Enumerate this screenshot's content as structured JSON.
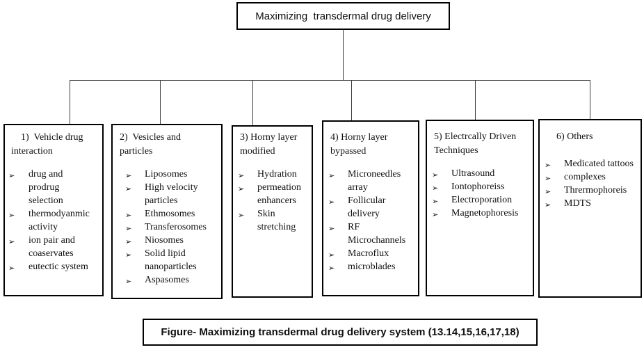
{
  "bullet_char": "➢",
  "title": "Maximizing  transdermal drug delivery",
  "caption": "Figure- Maximizing transdermal drug delivery system (13.14,15,16,17,18)",
  "boxes": [
    {
      "heading": "1)  Vehicle drug interaction",
      "items": [
        "drug and prodrug selection",
        "thermodyanmic activity",
        "ion pair and coaservates",
        "eutectic system"
      ]
    },
    {
      "heading": "2)  Vesicles and particles",
      "items": [
        "Liposomes",
        "High velocity particles",
        "Ethmosomes",
        "Transferosomes",
        "Niosomes",
        "Solid lipid nanoparticles",
        "Aspasomes"
      ]
    },
    {
      "heading": "3) Horny layer modified",
      "items": [
        "Hydration",
        "permeation enhancers",
        "Skin stretching"
      ]
    },
    {
      "heading": "4) Horny layer bypassed",
      "items": [
        "Microneedles array",
        "Follicular delivery",
        "RF Microchannels",
        "Macroflux",
        "microblades"
      ]
    },
    {
      "heading": "5) Electrcally Driven Techniques",
      "items": [
        "Ultrasound",
        "Iontophoreiss",
        "Electroporation",
        "Magnetophoresis"
      ]
    },
    {
      "heading": "6) Others",
      "items": [
        "Medicated tattoos",
        "complexes",
        "Thrermophoreis",
        "MDTS"
      ]
    }
  ],
  "colors": {
    "border": "#000000",
    "line": "#3c3c3c",
    "text": "#101010",
    "background": "#ffffff"
  }
}
